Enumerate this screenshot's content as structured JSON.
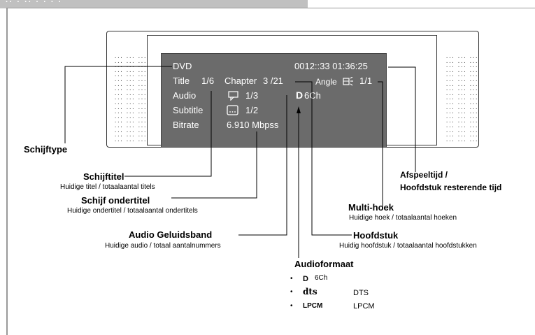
{
  "header": {
    "tab_text": "·· · ·· · · · ·"
  },
  "osd": {
    "disc_type": "DVD",
    "time": "0012::33  01:36:25",
    "title_label": "Title",
    "title_value": "1/6",
    "chapter_label": "Chapter",
    "chapter_value": "3 /21",
    "angle_label": "Angle",
    "angle_value": "1/1",
    "audio_label": "Audio",
    "audio_value": "1/3",
    "audio_format_symbol": "D",
    "audio_format": "6Ch",
    "subtitle_label": "Subtitle",
    "subtitle_value": "1/2",
    "bitrate_label": "Bitrate",
    "bitrate_value": "6.910 Mbpss"
  },
  "labels": {
    "schijftype": "Schijftype",
    "schijftitel": "Schijftitel",
    "schijftitel_desc": "Huidige titel / totaalaantal titels",
    "ondertitel": "Schijf ondertitel",
    "ondertitel_desc": "Huidige ondertitel / totaalaantal ondertitels",
    "audio": "Audio Geluidsband",
    "audio_desc": "Huidige audio / totaal aantalnummers",
    "audioformaat": "Audioformaat",
    "hoofdstuk": "Hoofdstuk",
    "hoofdstuk_desc": "Huidig hoofdstuk / totaalaantal hoofdstukken",
    "multihoek": "Multi-hoek",
    "multihoek_desc": "Huidige hoek / totaalaantal hoeken",
    "afspeeltijd_1": "Afspeeltijd /",
    "afspeeltijd_2": "Hoofdstuk resterende tijd"
  },
  "formats": [
    {
      "symbol": "D",
      "text": "6Ch"
    },
    {
      "symbol": "dts",
      "text": "DTS"
    },
    {
      "symbol": "LPCM",
      "text": "LPCM"
    }
  ]
}
